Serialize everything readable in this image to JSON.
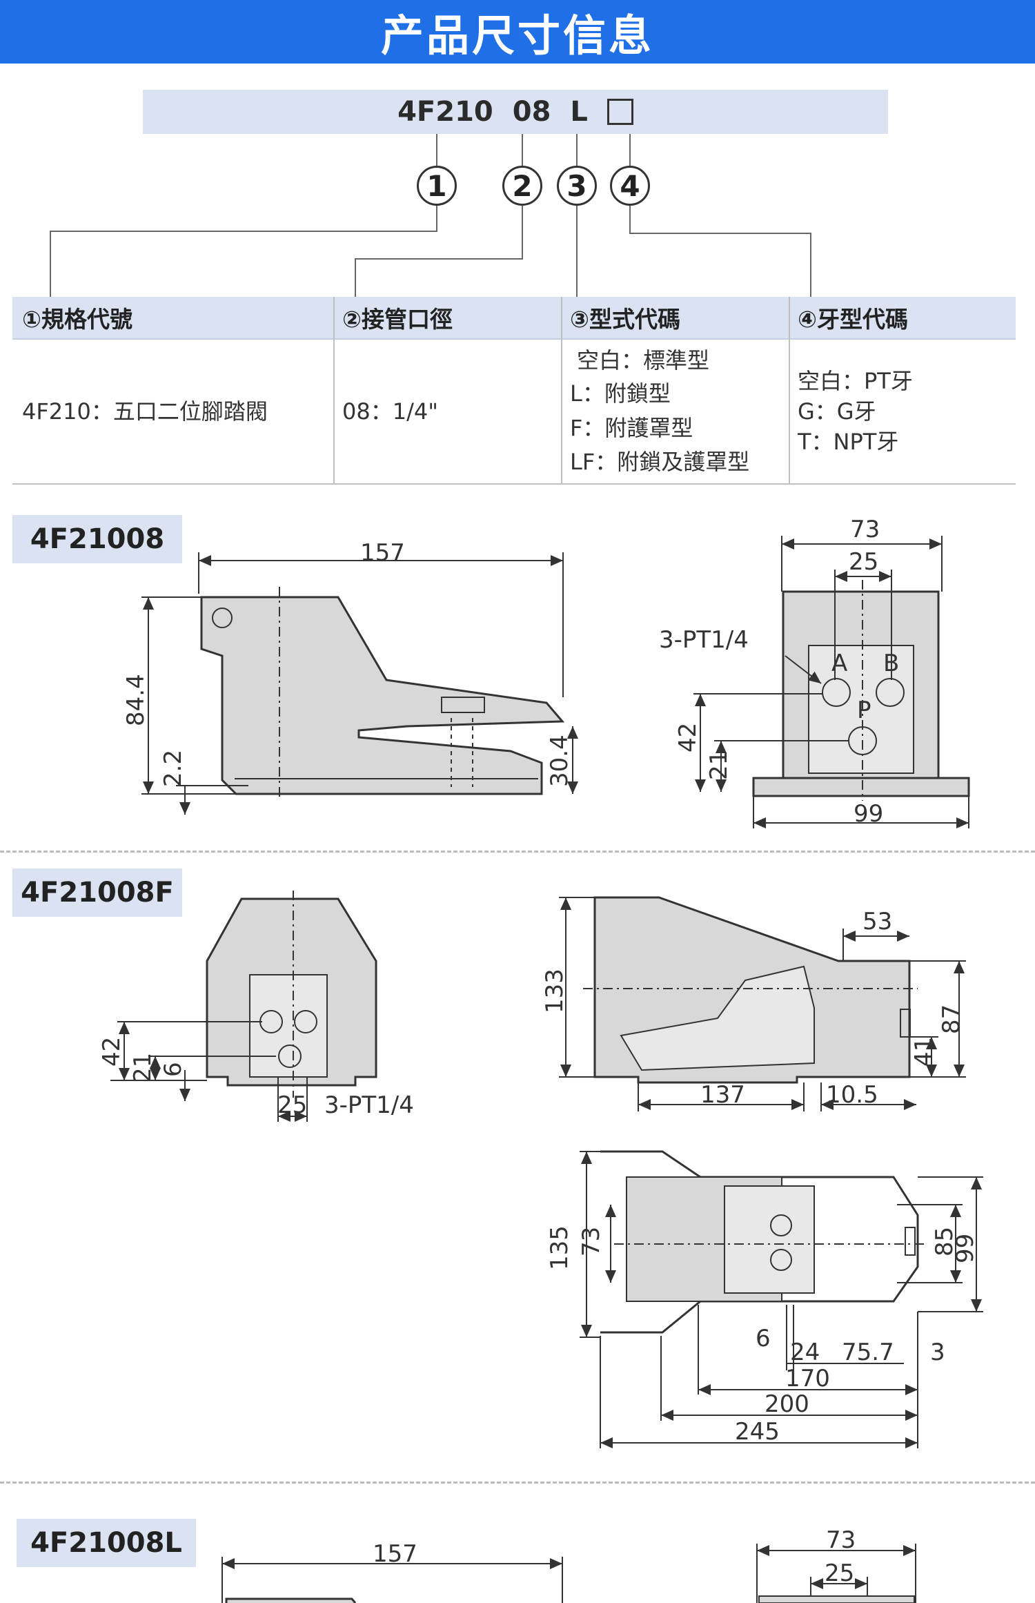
{
  "banner": {
    "title": "产品尺寸信息"
  },
  "code": {
    "model": "4F210",
    "port": "08",
    "type": "L"
  },
  "markers": [
    "1",
    "2",
    "3",
    "4"
  ],
  "table": {
    "headers": [
      "①規格代號",
      "②接管口徑",
      "③型式代碼",
      "④牙型代碼"
    ],
    "col1": "4F210：五口二位腳踏閥",
    "col2": "08：1/4\"",
    "col3": [
      "空白：標準型",
      "L：附鎖型",
      "F：附護罩型",
      "LF：附鎖及護罩型"
    ],
    "col4": [
      "空白：PT牙",
      "G：G牙",
      "T：NPT牙"
    ]
  },
  "sections": [
    {
      "label": "4F21008",
      "dims_side": [
        "157",
        "84.4",
        "2.2",
        "30.4"
      ],
      "dims_front": [
        "73",
        "25",
        "3-PT1/4",
        "42",
        "21",
        "99",
        "A",
        "B",
        "P"
      ]
    },
    {
      "label": "4F21008F",
      "dims_front": [
        "42",
        "21",
        "6",
        "25",
        "3-PT1/4"
      ],
      "dims_side": [
        "133",
        "53",
        "87",
        "41",
        "137",
        "10.5"
      ],
      "dims_top": [
        "135",
        "73",
        "85",
        "99",
        "6",
        "24",
        "75.7",
        "3",
        "170",
        "200",
        "245"
      ]
    },
    {
      "label": "4F21008L",
      "dims_side": [
        "157"
      ],
      "dims_front": [
        "73",
        "25"
      ]
    }
  ]
}
